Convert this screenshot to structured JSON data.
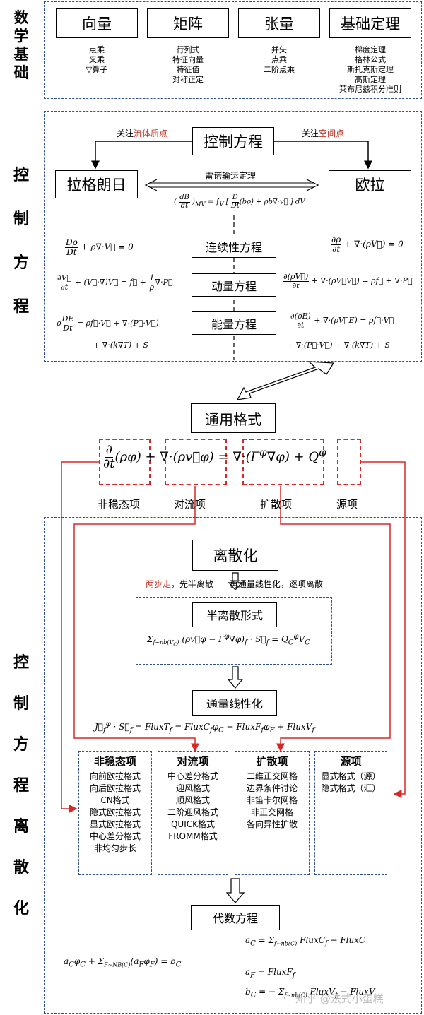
{
  "section_labels": {
    "math": "数学基础",
    "governing": "控制方程",
    "discretization": "控制方程离散化"
  },
  "math_basics": [
    {
      "title": "向量",
      "items": [
        "点乘",
        "叉乘",
        "▽算子"
      ]
    },
    {
      "title": "矩阵",
      "items": [
        "行列式",
        "特征向量",
        "特征值",
        "对称正定"
      ]
    },
    {
      "title": "张量",
      "items": [
        "并矢",
        "点乘",
        "二阶点乘"
      ]
    },
    {
      "title": "基础定理",
      "items": [
        "梯度定理",
        "格林公式",
        "斯托克斯定理",
        "高斯定理",
        "莱布尼兹积分准则"
      ]
    }
  ],
  "governing": {
    "title": "控制方程",
    "left_label_prefix": "关注",
    "left_label_hl": "流体质点",
    "right_label_prefix": "关注",
    "right_label_hl": "空间点",
    "lagrange": "拉格朗日",
    "euler": "欧拉",
    "reynolds": "雷诺输运定理",
    "equations": [
      "连续性方程",
      "动量方程",
      "能量方程"
    ]
  },
  "general": {
    "title": "通用格式",
    "terms": [
      "非稳态项",
      "对流项",
      "扩散项",
      "源项"
    ]
  },
  "discretization": {
    "title": "离散化",
    "step_hl": "两步走",
    "step_text1": "，先半离散",
    "step_text2": "再通量线性化，逐项离散",
    "semi": "半离散形式",
    "flux": "通量线性化",
    "algebra": "代数方程"
  },
  "categories": [
    {
      "title": "非稳态项",
      "items": [
        "向前欧拉格式",
        "向后欧拉格式",
        "CN格式",
        "隐式欧拉格式",
        "显式欧拉格式",
        "中心差分格式",
        "非均匀步长"
      ]
    },
    {
      "title": "对流项",
      "items": [
        "中心差分格式",
        "迎风格式",
        "顺风格式",
        "二阶迎风格式",
        "QUICK格式",
        "FROMM格式"
      ]
    },
    {
      "title": "扩散项",
      "items": [
        "二维正交网格",
        "边界条件讨论",
        "非笛卡尔网格",
        "非正交网格",
        "各向异性扩散"
      ]
    },
    {
      "title": "源项",
      "items": [
        "显式格式（源）",
        "隐式格式（汇）"
      ]
    }
  ],
  "watermark": "知乎 @法式小蛋糕",
  "colors": {
    "panel_border": "#2f4f8f",
    "highlight_red": "#c0392b",
    "term_box": "#d62828"
  }
}
